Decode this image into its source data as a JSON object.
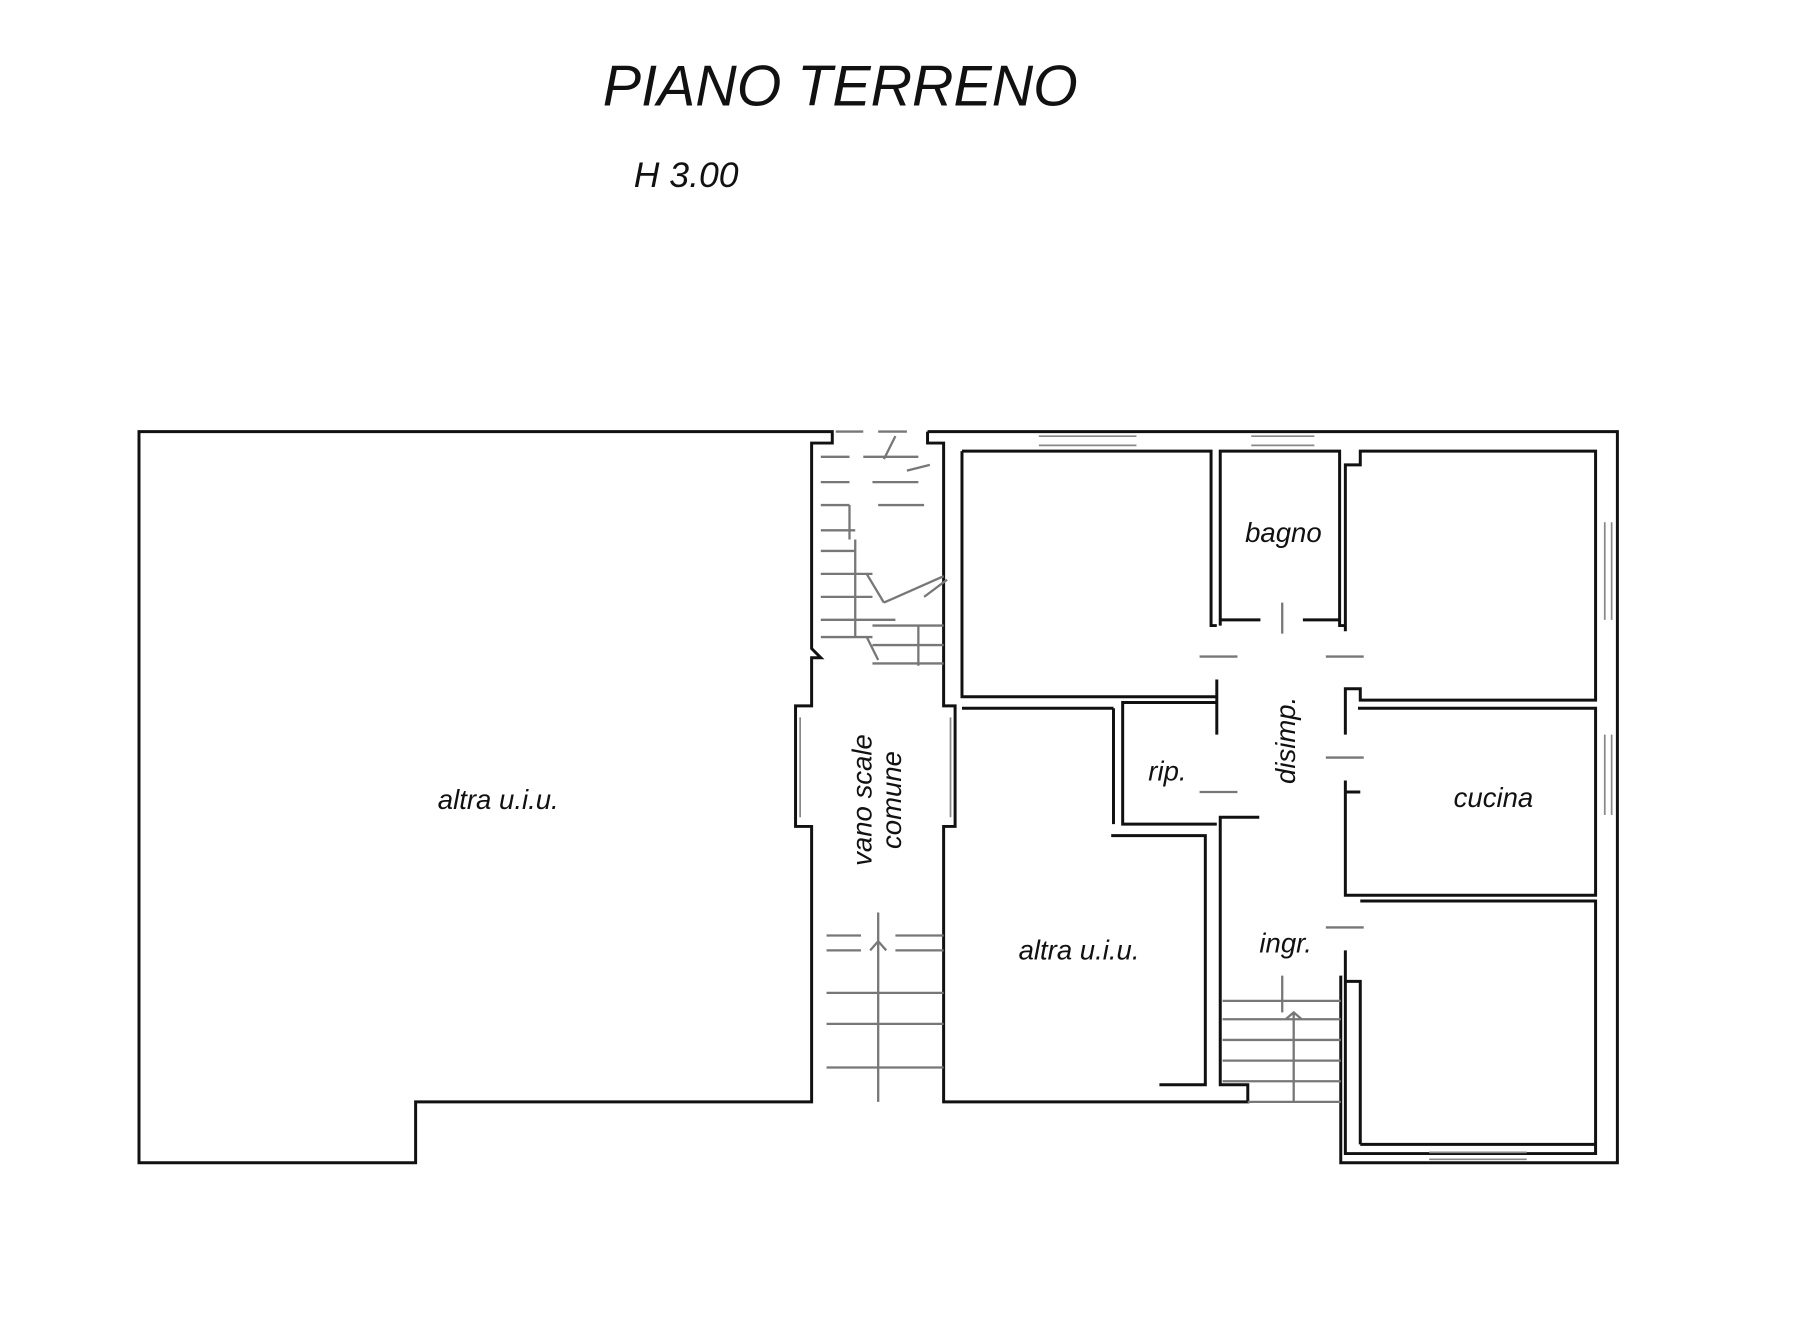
{
  "title": "PIANO TERRENO",
  "height_label": "H 3.00",
  "rooms": {
    "left_unit": "altra u.i.u.",
    "stair_line1": "vano scale",
    "stair_line2": "comune",
    "bagno": "bagno",
    "rip": "rip.",
    "disimp": "disimp.",
    "cucina": "cucina",
    "middle_unit": "altra u.i.u.",
    "ingr": "ingr."
  }
}
